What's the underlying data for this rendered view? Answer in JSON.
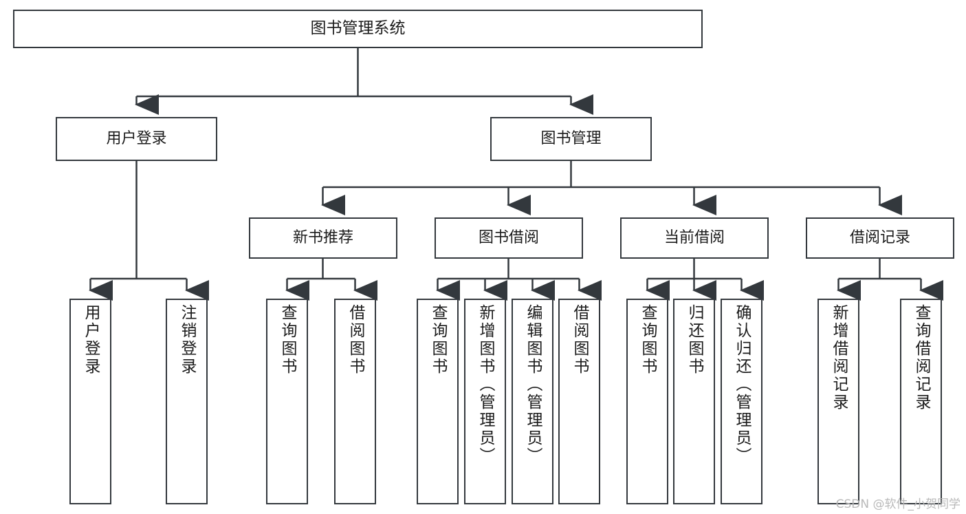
{
  "diagram": {
    "title": "图书管理系统",
    "watermark": "CSDN @软件_小贺同学",
    "stroke_color": "#33383d",
    "text_color": "#1b1b1b",
    "background": "#ffffff",
    "nodes": {
      "root": {
        "label": "图书管理系统"
      },
      "level2": [
        {
          "label": "用户登录"
        },
        {
          "label": "图书管理"
        }
      ],
      "level3": [
        {
          "label": "新书推荐"
        },
        {
          "label": "图书借阅"
        },
        {
          "label": "当前借阅"
        },
        {
          "label": "借阅记录"
        }
      ],
      "leaves": {
        "user_login": [
          {
            "label": "用户登录"
          },
          {
            "label": "注销登录"
          }
        ],
        "new_book": [
          {
            "label": "查询图书"
          },
          {
            "label": "借阅图书"
          }
        ],
        "book_borrow": [
          {
            "label": "查询图书"
          },
          {
            "label": "新增图书（管理员）"
          },
          {
            "label": "编辑图书（管理员）"
          },
          {
            "label": "借阅图书"
          }
        ],
        "current_borrow": [
          {
            "label": "查询图书"
          },
          {
            "label": "归还图书"
          },
          {
            "label": "确认归还（管理员）"
          }
        ],
        "borrow_record": [
          {
            "label": "新增借阅记录"
          },
          {
            "label": "查询借阅记录"
          }
        ]
      }
    }
  }
}
